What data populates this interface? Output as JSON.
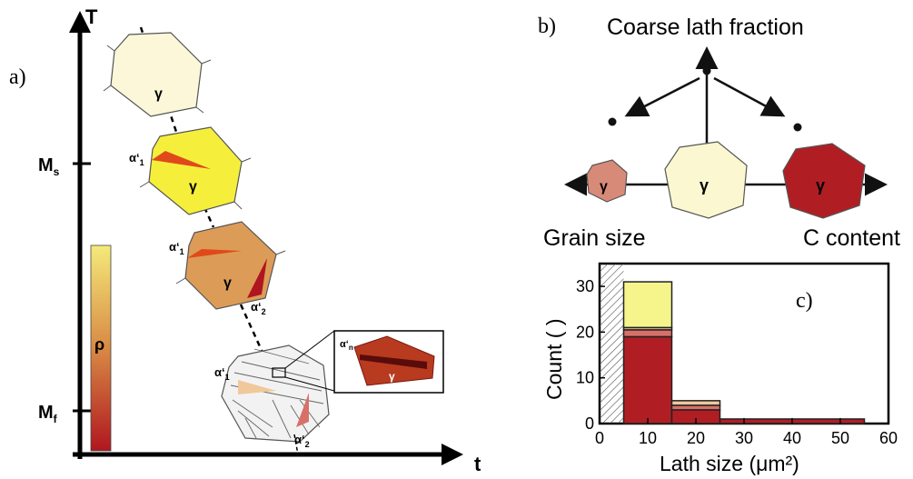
{
  "panel_a": {
    "label": "a)",
    "axis_y": "T",
    "axis_x": "t",
    "ms_label": "M",
    "ms_sub": "s",
    "mf_label": "M",
    "mf_sub": "f",
    "colorbar_label": "ρ",
    "colorbar_top": "#f4ea7a",
    "colorbar_mid": "#d88a45",
    "colorbar_bottom": "#b0161f",
    "grain_label": "γ",
    "lath1_label": "α‘",
    "lath1_sub": "1",
    "lath2_label": "α‘",
    "lath2_sub": "2",
    "lathn_label": "α‘",
    "lathn_sub": "n",
    "grain_colors": [
      "#fbf7d8",
      "#f5ef3c",
      "#dc9c58",
      "#b83a1f"
    ]
  },
  "panel_b": {
    "label": "b)",
    "title": "Coarse lath fraction",
    "left_label": "Grain size",
    "right_label": "C content",
    "grain_label": "γ",
    "grain_colors": [
      "#d88a78",
      "#fbf7d0",
      "#b01e24"
    ]
  },
  "panel_c": {
    "label": "c)",
    "chart_data": {
      "type": "bar",
      "xlabel": "Lath size (μm²)",
      "ylabel": "Count ( )",
      "xlim": [
        0,
        60
      ],
      "ylim": [
        0,
        33
      ],
      "xticks": [
        "0",
        "10",
        "20",
        "30",
        "40",
        "50",
        "60"
      ],
      "yticks": [
        "0",
        "10",
        "20",
        "30"
      ],
      "hatched_region": [
        0,
        5
      ],
      "bins": [
        {
          "x0": 5,
          "x1": 15,
          "segments": [
            19,
            1.5,
            0.5,
            10
          ]
        },
        {
          "x0": 15,
          "x1": 25,
          "segments": [
            3,
            1,
            1
          ]
        },
        {
          "x0": 25,
          "x1": 55,
          "segments": [
            1
          ]
        }
      ],
      "segment_colors": [
        "#b01e24",
        "#d8706a",
        "#f0c89a",
        "#f6f58c"
      ]
    }
  }
}
